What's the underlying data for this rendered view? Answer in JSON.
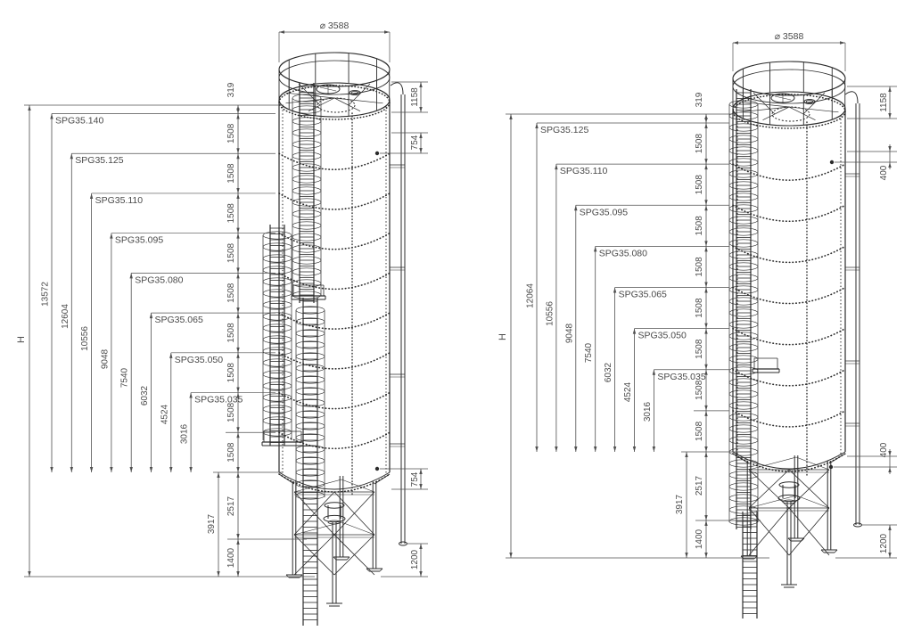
{
  "page": {
    "background": "#ffffff"
  },
  "drawing": {
    "line_color": "#2b2b2b",
    "dimension_color": "#4f4f4f",
    "text_color": "#4a4a4a",
    "views": [
      {
        "diameter": "⌀ 3588",
        "overall_height_label": "H",
        "top_offset": "319",
        "ring_pitch": "1508",
        "stations": [
          {
            "label": "SPG35.140",
            "height": "13572"
          },
          {
            "label": "SPG35.125",
            "height": "12604"
          },
          {
            "label": "SPG35.110",
            "height": "10556"
          },
          {
            "label": "SPG35.095",
            "height": "9048"
          },
          {
            "label": "SPG35.080",
            "height": "7540"
          },
          {
            "label": "SPG35.065",
            "height": "6032"
          },
          {
            "label": "SPG35.050",
            "height": "4524"
          },
          {
            "label": "SPG35.035",
            "height": "3016"
          }
        ],
        "below": {
          "total": "3917",
          "upper": "2517",
          "lower": "1400"
        },
        "right": {
          "rail": "1158",
          "upper": "754",
          "lower": "754",
          "base": "1200"
        }
      },
      {
        "diameter": "⌀ 3588",
        "overall_height_label": "H",
        "top_offset": "319",
        "ring_pitch": "1508",
        "stations": [
          {
            "label": "SPG35.125",
            "height": "12064"
          },
          {
            "label": "SPG35.110",
            "height": "10556"
          },
          {
            "label": "SPG35.095",
            "height": "9048"
          },
          {
            "label": "SPG35.080",
            "height": "7540"
          },
          {
            "label": "SPG35.065",
            "height": "6032"
          },
          {
            "label": "SPG35.050",
            "height": "4524"
          },
          {
            "label": "SPG35.035",
            "height": "3016"
          }
        ],
        "below": {
          "total": "3917",
          "upper": "2517",
          "lower": "1400"
        },
        "right": {
          "rail": "1158",
          "upper": "400",
          "lower": "400",
          "base": "1200"
        }
      }
    ]
  }
}
